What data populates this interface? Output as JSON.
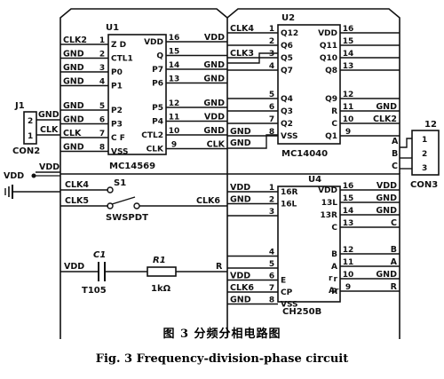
{
  "chips": [
    {
      "id": "u1",
      "ref": "U1",
      "part": "MC14569",
      "pins_left": [
        {
          "num": "1",
          "name": "Z D",
          "net": "CLK2"
        },
        {
          "num": "2",
          "name": "CTL1",
          "net": "GND"
        },
        {
          "num": "3",
          "name": "P0",
          "net": "GND"
        },
        {
          "num": "4",
          "name": "P1",
          "net": "GND"
        },
        {
          "num": "5",
          "name": "P2",
          "net": "GND"
        },
        {
          "num": "6",
          "name": "P3",
          "net": "GND"
        },
        {
          "num": "7",
          "name": "C F",
          "net": "CLK"
        },
        {
          "num": "8",
          "name": "VSS",
          "net": "GND"
        }
      ],
      "pins_right": [
        {
          "num": "16",
          "name": "VDD",
          "net": "VDD"
        },
        {
          "num": "15",
          "name": "Q",
          "net": ""
        },
        {
          "num": "14",
          "name": "P7",
          "net": "GND"
        },
        {
          "num": "13",
          "name": "P6",
          "net": "GND"
        },
        {
          "num": "12",
          "name": "P5",
          "net": "GND"
        },
        {
          "num": "11",
          "name": "P4",
          "net": "VDD"
        },
        {
          "num": "10",
          "name": "CTL2",
          "net": "GND"
        },
        {
          "num": "9",
          "name": "CLK",
          "net": "CLK"
        }
      ]
    },
    {
      "id": "u2",
      "ref": "U2",
      "part": "MC14040",
      "pins_left": [
        {
          "num": "1",
          "name": "Q12",
          "net": "CLK4"
        },
        {
          "num": "2",
          "name": "Q6",
          "net": ""
        },
        {
          "num": "3",
          "name": "Q5",
          "net": "CLK3"
        },
        {
          "num": "4",
          "name": "Q7",
          "net": ""
        },
        {
          "num": "5",
          "name": "Q4",
          "net": ""
        },
        {
          "num": "6",
          "name": "Q3",
          "net": ""
        },
        {
          "num": "7",
          "name": "Q2",
          "net": ""
        },
        {
          "num": "8",
          "name": "VSS",
          "net": "GND"
        }
      ],
      "pins_right": [
        {
          "num": "16",
          "name": "VDD",
          "net": ""
        },
        {
          "num": "15",
          "name": "Q11",
          "net": ""
        },
        {
          "num": "14",
          "name": "Q10",
          "net": ""
        },
        {
          "num": "13",
          "name": "Q8",
          "net": ""
        },
        {
          "num": "12",
          "name": "Q9",
          "net": ""
        },
        {
          "num": "11",
          "name": "R",
          "net": "GND"
        },
        {
          "num": "10",
          "name": "C",
          "net": "CLK2"
        },
        {
          "num": "9",
          "name": "Q1",
          "net": ""
        }
      ]
    },
    {
      "id": "u4",
      "ref": "U4",
      "part": "CH250B",
      "pins_left": [
        {
          "num": "1",
          "name": "16R",
          "net": "VDD"
        },
        {
          "num": "2",
          "name": "16L",
          "net": "GND"
        },
        {
          "num": "3",
          "name": "",
          "net": ""
        },
        {
          "num": "4",
          "name": "",
          "net": ""
        },
        {
          "num": "5",
          "name": "",
          "net": ""
        },
        {
          "num": "6",
          "name": "E",
          "net": "VDD"
        },
        {
          "num": "7",
          "name": "CP",
          "net": "CLK6"
        },
        {
          "num": "8",
          "name": "VSS",
          "net": "GND"
        }
      ],
      "pins_right": [
        {
          "num": "16",
          "name": "VDD",
          "net": "VDD"
        },
        {
          "num": "15",
          "name": "13L",
          "net": "GND"
        },
        {
          "num": "14",
          "name": "13R",
          "net": "GND"
        },
        {
          "num": "13",
          "name": "C",
          "net": "C"
        },
        {
          "num": "12",
          "name": "B",
          "net": "B"
        },
        {
          "num": "11",
          "name": "A",
          "net": "A"
        },
        {
          "num": "10",
          "name": "r",
          "net": "GND"
        },
        {
          "num": "9",
          "name": "R",
          "net": "R"
        }
      ],
      "inner_labels": [
        "r",
        "Ar"
      ]
    }
  ],
  "j1": {
    "ref": "J1",
    "part": "CON2",
    "pins": [
      {
        "num": "2",
        "net": "GND"
      },
      {
        "num": "1",
        "net": "CLK"
      }
    ]
  },
  "j2": {
    "ref": "12",
    "part": "CON3",
    "pins": [
      {
        "num": "1",
        "net": "A"
      },
      {
        "num": "2",
        "net": "B"
      },
      {
        "num": "3",
        "net": "C"
      }
    ]
  },
  "switch": {
    "ref": "S1",
    "part": "SWSPDT",
    "nets": [
      "CLK4",
      "CLK5",
      "CLK6"
    ]
  },
  "capacitor": {
    "ref": "C1",
    "value": "T105",
    "left_net": "VDD"
  },
  "resistor": {
    "ref": "R1",
    "value": "1kΩ",
    "right_net": "R"
  },
  "power": {
    "vdd_left": "VDD",
    "vdd_left2": "VDD",
    "gnd_net": "GND"
  },
  "caption": {
    "zh": "图 3    分频分相电路图",
    "en": "Fig. 3    Frequency-division-phase circuit"
  }
}
